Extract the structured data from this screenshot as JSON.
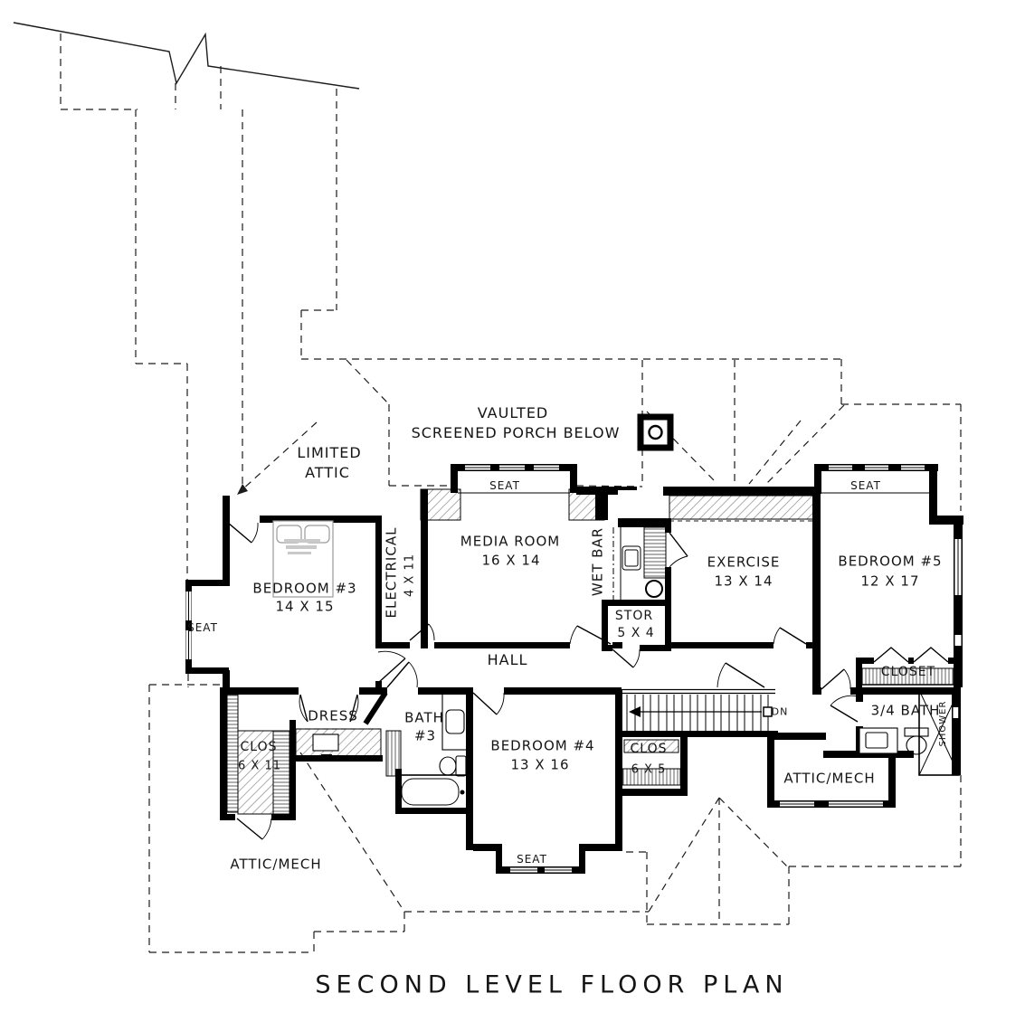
{
  "title": "SECOND LEVEL FLOOR PLAN",
  "rooms": {
    "limited_attic": {
      "line1": "LIMITED",
      "line2": "ATTIC"
    },
    "porch": {
      "line1": "VAULTED",
      "line2": "SCREENED PORCH BELOW"
    },
    "media": {
      "name": "MEDIA ROOM",
      "dims": "16 X 14"
    },
    "electrical": {
      "name": "ELECTRICAL",
      "dims": "4 X 11"
    },
    "wet_bar": {
      "name": "WET BAR"
    },
    "exercise": {
      "name": "EXERCISE",
      "dims": "13 X 14"
    },
    "bedroom5": {
      "name": "BEDROOM #5",
      "dims": "12 X 17"
    },
    "bedroom3": {
      "name": "BEDROOM #3",
      "dims": "14 X 15"
    },
    "stor": {
      "name": "STOR",
      "dims": "5 X 4"
    },
    "hall": {
      "name": "HALL"
    },
    "closet_b5": {
      "name": "CLOSET"
    },
    "bath_34": {
      "name": "3/4 BATH"
    },
    "shower": {
      "name": "SHOWER"
    },
    "attic_mech_right": {
      "name": "ATTIC/MECH"
    },
    "clos_6x5": {
      "name": "CLOS",
      "dims": "6 X 5"
    },
    "bedroom4": {
      "name": "BEDROOM #4",
      "dims": "13 X 16"
    },
    "bath3": {
      "line1": "BATH",
      "line2": "#3"
    },
    "dress": {
      "name": "DRESS"
    },
    "clos_6x11": {
      "name": "CLOS",
      "dims": "6 X 11"
    },
    "attic_mech_left": {
      "name": "ATTIC/MECH"
    }
  },
  "annotations": {
    "seat": "SEAT",
    "dn": "DN"
  },
  "colors": {
    "line": "#000000",
    "hatch": "#7f7f7f",
    "faint": "#c0c0c0"
  }
}
